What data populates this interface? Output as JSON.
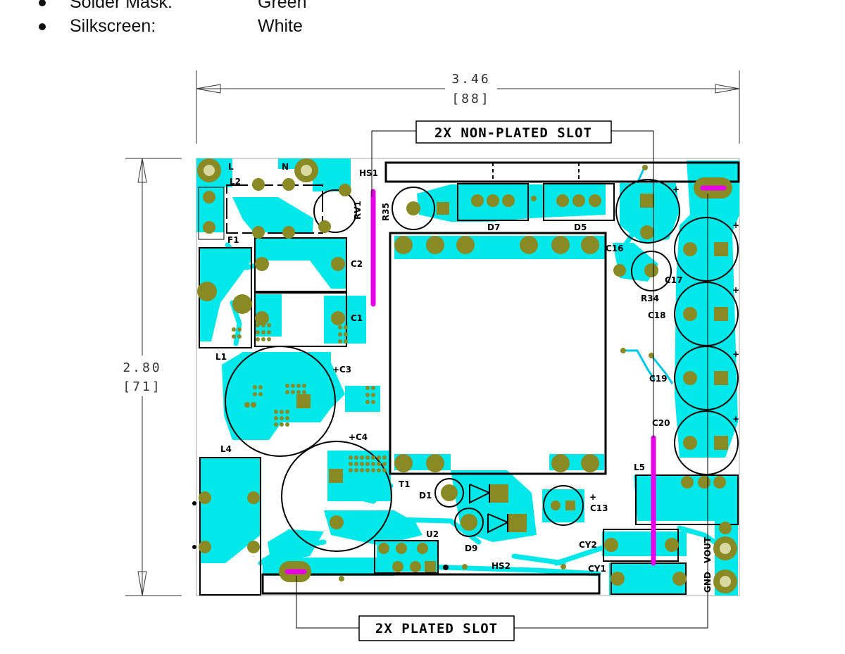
{
  "specs": [
    {
      "label": "Solder Mask:",
      "value": "Green"
    },
    {
      "label": "Silkscreen:",
      "value": "White"
    }
  ],
  "dimensions": {
    "width_in": "3.46",
    "width_mm": "[88]",
    "height_in": "2.80",
    "height_mm": "[71]"
  },
  "callouts": {
    "non_plated_slot": "2X NON-PLATED SLOT",
    "plated_slot": "2X PLATED SLOT"
  },
  "designators": {
    "L": "L",
    "N": "N",
    "L2": "L2",
    "HS1": "HS1",
    "RV1": "RV1",
    "R35": "R35",
    "D7": "D7",
    "D5": "D5",
    "F1": "F1",
    "C2": "C2",
    "C16": "C16",
    "C17": "C17",
    "R34": "R34",
    "C18": "C18",
    "C1": "C1",
    "L1": "L1",
    "C3": "C3",
    "C19": "C19",
    "C4": "C4",
    "C20": "C20",
    "L4": "L4",
    "L5": "L5",
    "T1": "T1",
    "D1": "D1",
    "C13": "C13",
    "D9": "D9",
    "U2": "U2",
    "CY2": "CY2",
    "CY1": "CY1",
    "HS2": "HS2",
    "VOUT": "VOUT",
    "GND": "GND"
  },
  "polarity_mark": "+",
  "colors": {
    "copper": "#00e8ea",
    "pad": "#8a8a25",
    "pad_hole": "#d8d8a0",
    "slot": "#e900e9",
    "outline": "#000000",
    "dimension": "#333333"
  }
}
